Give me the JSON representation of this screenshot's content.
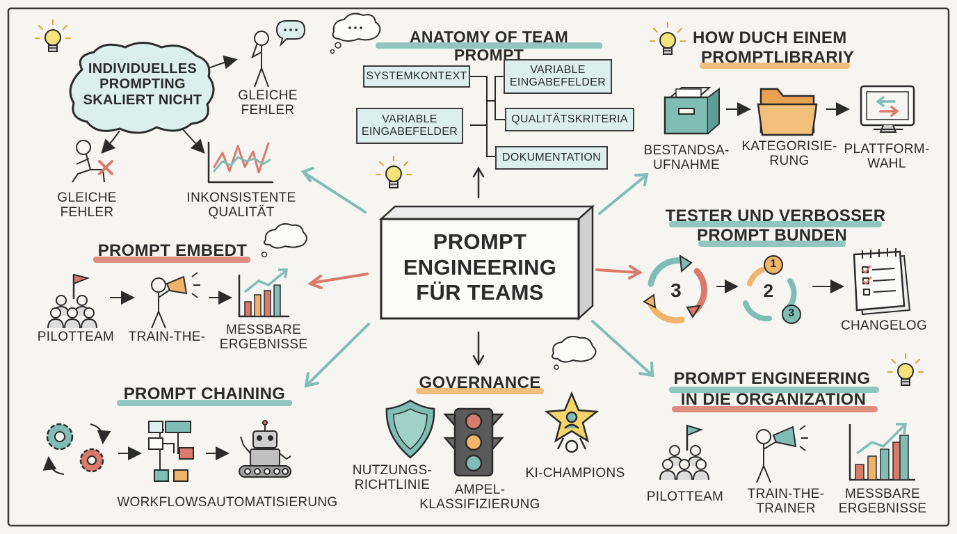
{
  "center": {
    "title": "PROMPT\nENGINEERING\nFÜR TEAMS"
  },
  "problem": {
    "cloud_text": "INDIVIDUELLES\nPROMPTING\nSKALIERT NICHT",
    "same_errors_right": "GLEICHE\nFEHLER",
    "same_errors_left": "GLEICHE\nFEHLER",
    "inconsistent_quality": "INKONSISTENTE\nQUALITÄT"
  },
  "anatomy": {
    "title": "ANATOMY OF TEAM PROMPT",
    "boxes": [
      "SYSTEMKONTEXT",
      "VARIABLE\nEINGABEFELDER",
      "VARIABLE\nEINGABEFELDER",
      "QUALITÄTSKRITERIA",
      "DOKUMENTATION"
    ]
  },
  "library": {
    "title_line1": "HOW DUCH EINEM",
    "title_line2": "PROMPTLIBRARIY",
    "steps": [
      "BESTANDSA-\nUFNAHME",
      "KATEGORISIE-\nRUNG",
      "PLATTFORM-\nWAHL"
    ]
  },
  "testing": {
    "title_line1": "TESTER UND VERBOSSER",
    "title_line2": "PROMPT BUNDEN",
    "cycle_a": "3",
    "cycle_b": "2",
    "badge_1": "1",
    "badge_3": "3",
    "changelog": "CHANGELOG"
  },
  "embed": {
    "title": "PROMPT EMBEDT",
    "steps": [
      "PILOTTEAM",
      "TRAIN-THE-",
      "MESSBARE\nERGEBNISSE"
    ]
  },
  "chaining": {
    "title": "PROMPT CHAINING",
    "steps": [
      "WORKFLOWS",
      "AUTOMATISIERUNG"
    ]
  },
  "governance": {
    "title": "GOVERNANCE",
    "items": [
      "NUTZUNGS-\nRICHTLINIE",
      "AMPEL-\nKLASSIFIZIERUNG",
      "KI-CHAMPIONS"
    ]
  },
  "organization": {
    "title_line1": "PROMPT ENGINEERING",
    "title_line2": "IN DIE ORGANIZATION",
    "steps": [
      "PILOTTEAM",
      "TRAIN-THE-\nTRAINER",
      "MESSBARE\nERGEBNISSE"
    ]
  },
  "colors": {
    "teal": "#7fbdb5",
    "teal_light": "#dcefec",
    "coral": "#d97a6b",
    "orange": "#f0b46a",
    "yellow": "#f5e27a",
    "ink": "#2b2b2b",
    "paper": "#f6f5f1"
  }
}
